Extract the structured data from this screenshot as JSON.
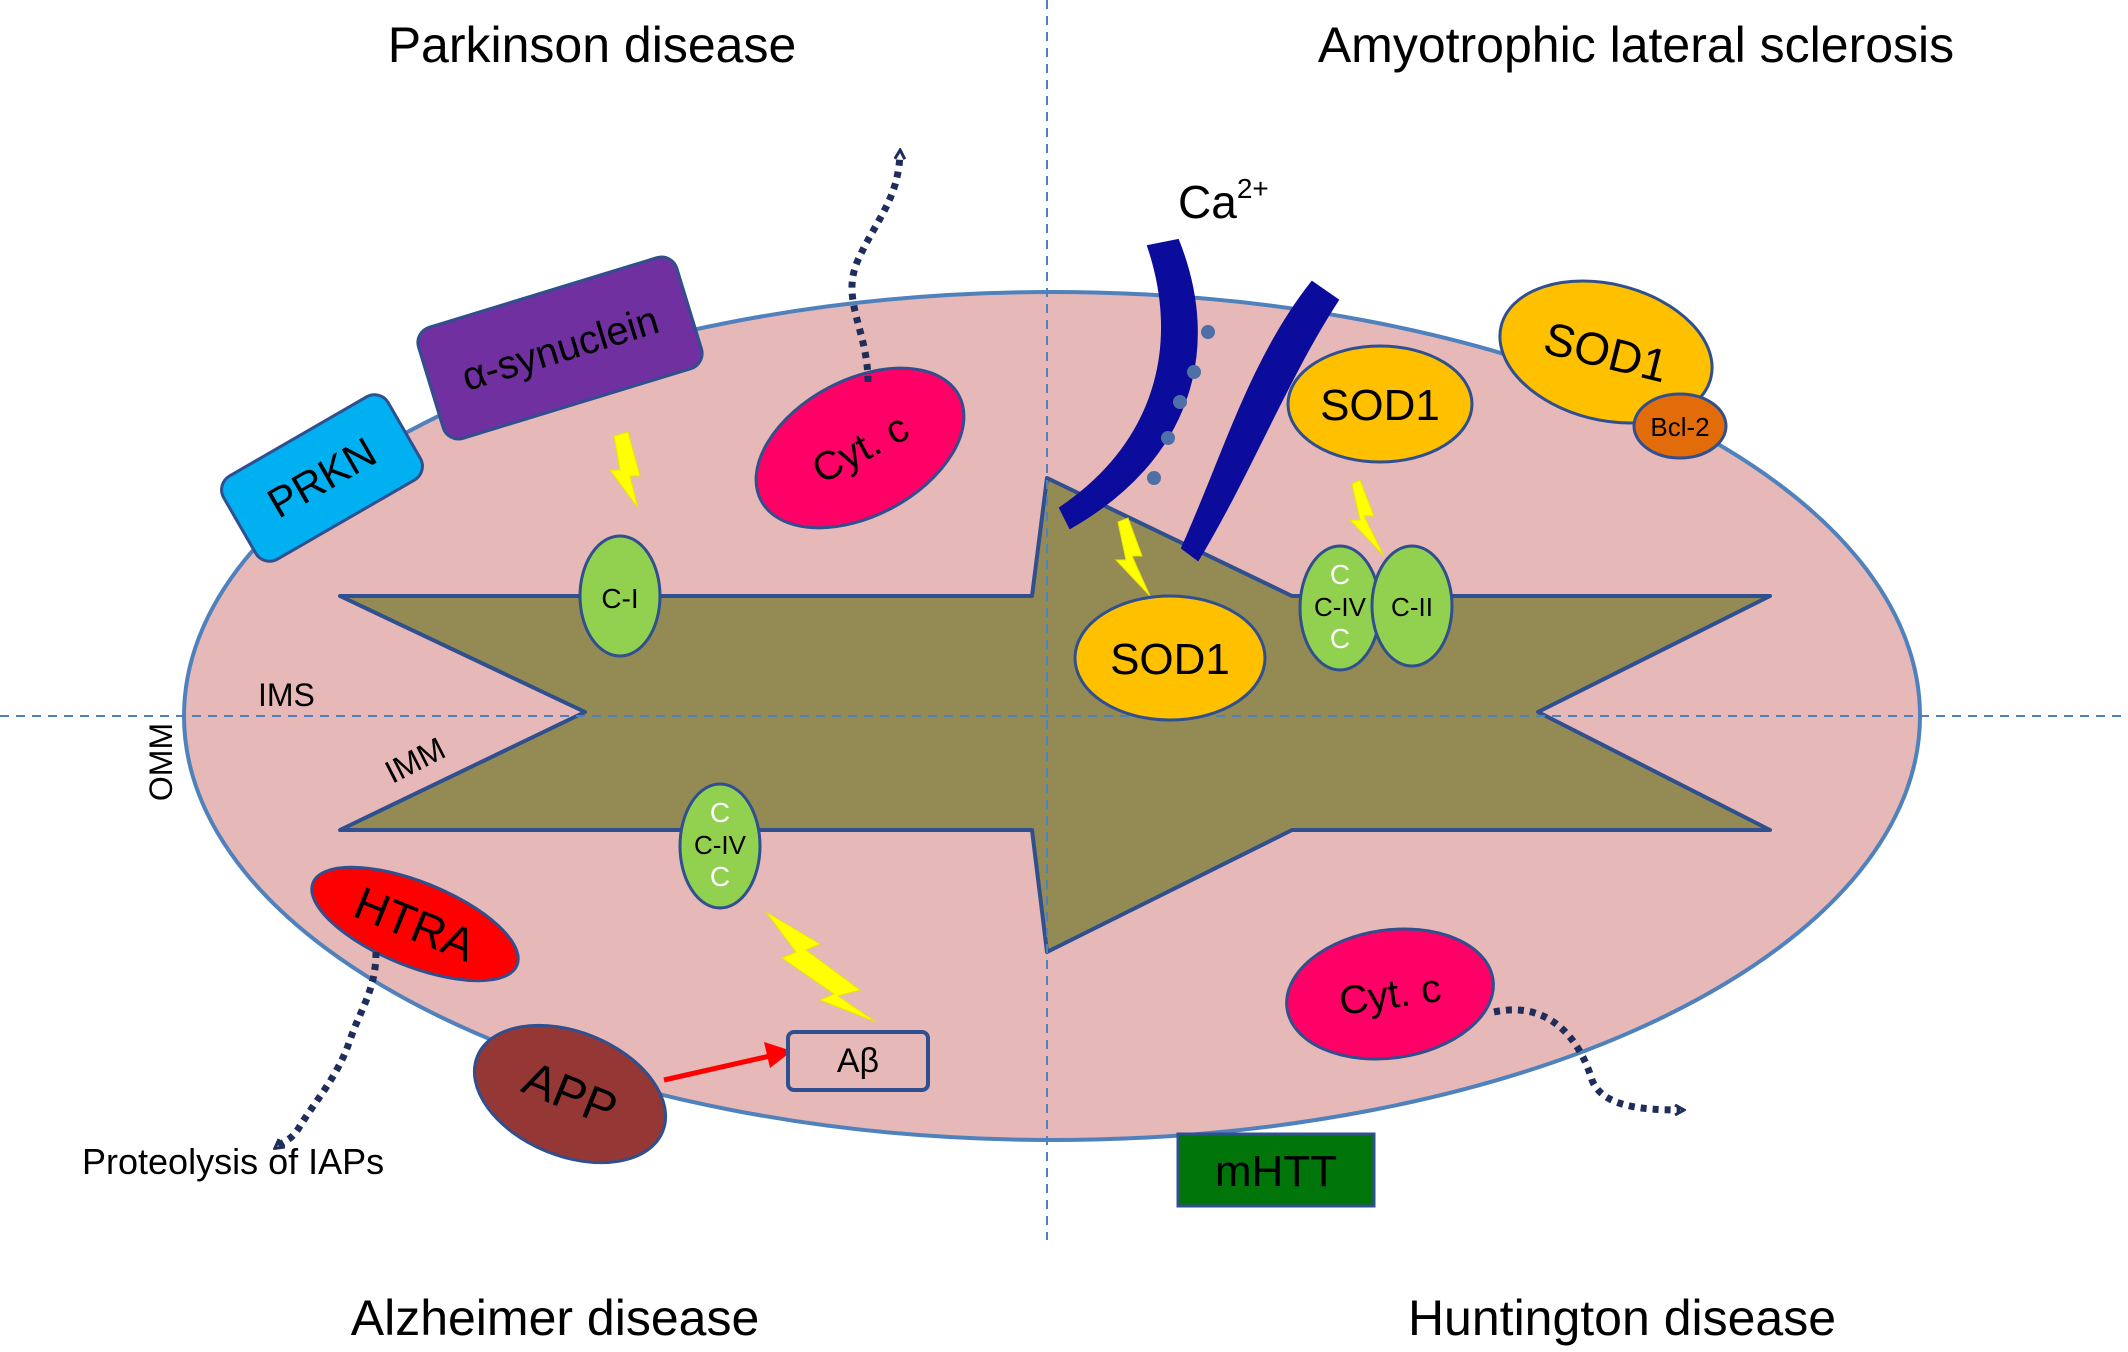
{
  "quadrant_titles": {
    "top_left": "Parkinson disease",
    "top_right": "Amyotrophic lateral sclerosis",
    "bottom_left": "Alzheimer disease",
    "bottom_right": "Huntington disease"
  },
  "membrane_labels": {
    "omm": "OMM",
    "ims": "IMS",
    "imm": "IMM"
  },
  "proteins": {
    "alpha_synuclein": "α-synuclein",
    "prkn": "PRKN",
    "cyt_c_top": "Cyt. c",
    "cyt_c_bottom": "Cyt. c",
    "complex_i": "C-I",
    "complex_ii": "C-II",
    "complex_iv_top": {
      "c1": "C",
      "label": "C-IV",
      "c2": "C"
    },
    "complex_iv_bottom": {
      "c1": "C",
      "label": "C-IV",
      "c2": "C"
    },
    "sod1_outer": "SOD1",
    "sod1_middle": "SOD1",
    "sod1_lower": "SOD1",
    "bcl2": "Bcl-2",
    "htra": "HTRA",
    "app": "APP",
    "abeta": "Aβ",
    "mhtt": "mHTT"
  },
  "ion": {
    "base": "Ca",
    "charge": "2+"
  },
  "annotations": {
    "proteolysis": "Proteolysis of IAPs"
  },
  "colors": {
    "mito_fill": "#e6b8b7",
    "mito_stroke": "#4f81bd",
    "matrix_fill": "#948a54",
    "matrix_stroke": "#2f4f8f",
    "complex_fill": "#92d050",
    "sod1_fill": "#ffc000",
    "cyt_c_fill": "#ff0066",
    "alpha_synuclein_fill": "#7030a0",
    "prkn_fill": "#00b0f0",
    "htra_fill": "#ff0000",
    "app_fill": "#953735",
    "abeta_fill": "#e6b8b7",
    "bcl2_fill": "#e36c0a",
    "mhtt_fill": "#00750a",
    "channel_fill": "#0c0c9c",
    "bolt_fill": "#ffff00",
    "arrow_dark": "#1f2d5a",
    "arrow_red": "#ff0000"
  }
}
